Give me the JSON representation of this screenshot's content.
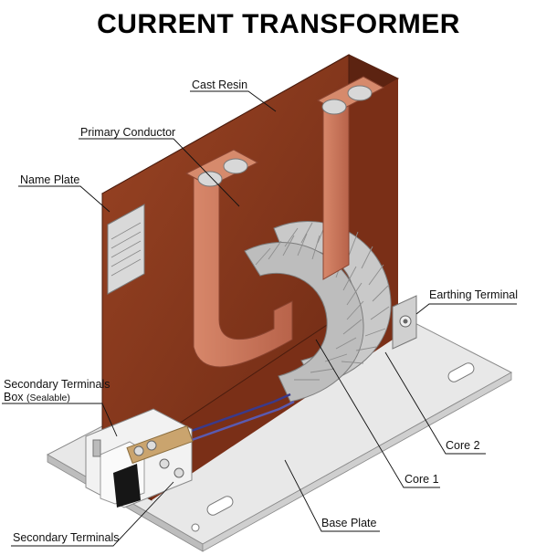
{
  "title": "CURRENT TRANSFORMER",
  "labels": {
    "cast_resin": "Cast Resin",
    "primary_conductor": "Primary Conductor",
    "name_plate": "Name Plate",
    "secondary_terminals_box": "Secondary Terminals",
    "secondary_terminals_box_line2": "Box",
    "secondary_terminals_box_note": "(Sealable)",
    "earthing_terminal": "Earthing Terminal",
    "core_2": "Core 2",
    "core_1": "Core 1",
    "base_plate": "Base Plate",
    "secondary_terminals": "Secondary Terminals"
  },
  "colors": {
    "resin": "#8a3a1e",
    "resin_dark": "#5e2412",
    "conductor": "#c8765a",
    "core": "#b8b8b8",
    "base_plate": "#e6e6e6"
  }
}
